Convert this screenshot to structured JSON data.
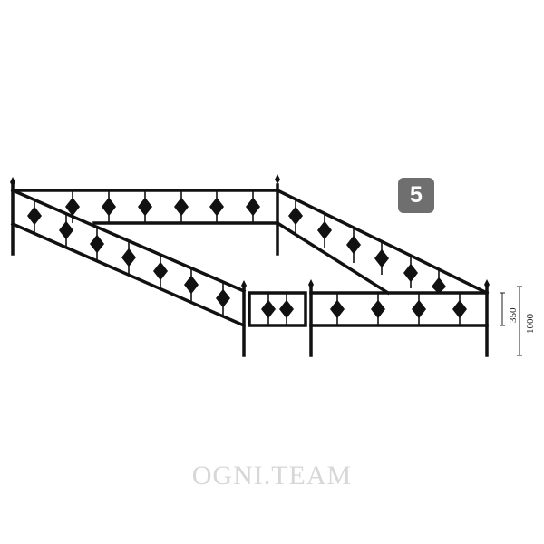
{
  "badge": {
    "label": "5"
  },
  "dimensions": {
    "section_height": "350",
    "total_height": "1000"
  },
  "watermark": {
    "text": "OGNI.TEAM"
  },
  "colors": {
    "metal": "#111111",
    "badge": "#6f6f6f",
    "watermark": "#d7d7d7"
  }
}
